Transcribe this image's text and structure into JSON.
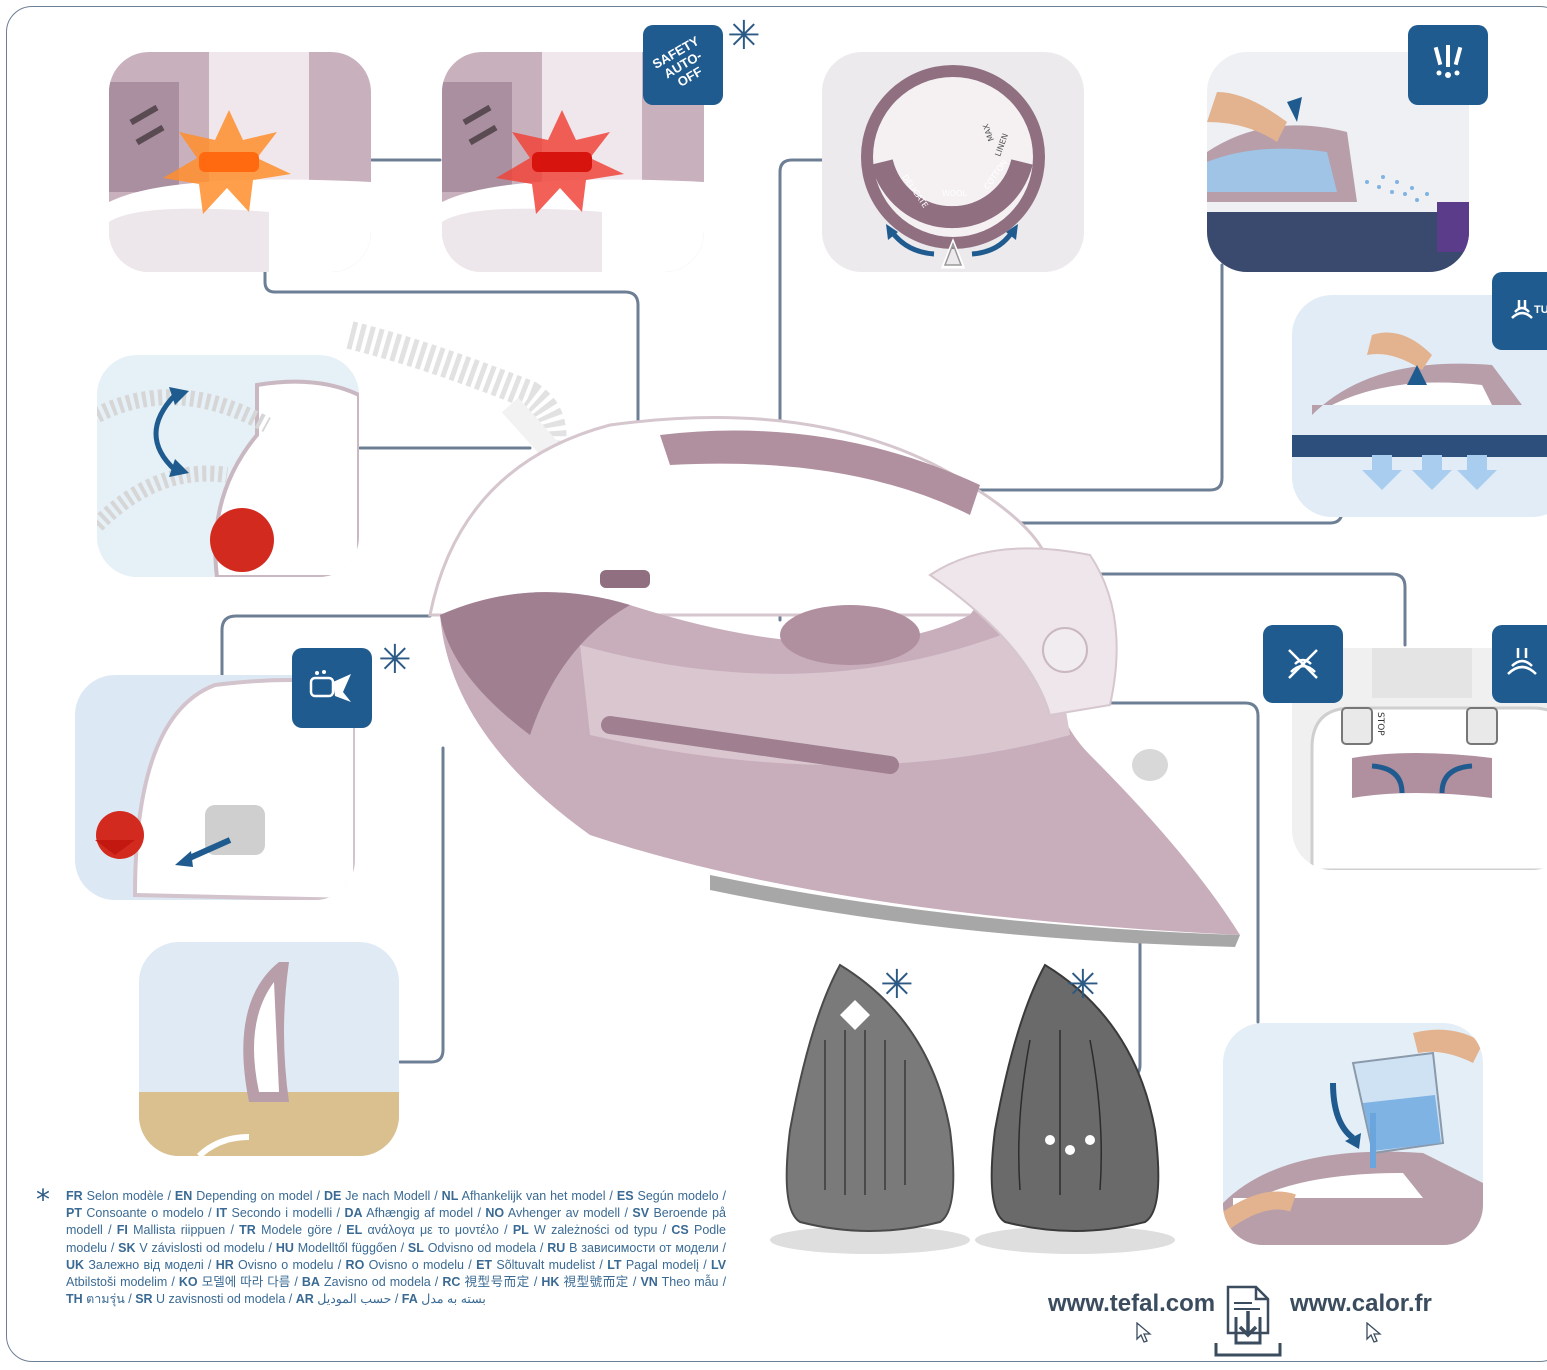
{
  "badges": {
    "safety": "SAFETY AUTO-OFF",
    "turbo": "TUR",
    "dial_labels": [
      "DELICATE",
      "WOOL",
      "COTTON",
      "LINEN",
      "MAX"
    ],
    "stop_letters": "STOP"
  },
  "icons": {
    "safety": "safety-auto-off-icon",
    "spray": "spray-icon",
    "turbo": "turbo-steam-icon",
    "anticalc": "anti-calc-icon",
    "nosteam": "no-steam-icon",
    "steam": "steam-icon",
    "download": "download-icon"
  },
  "footnote": {
    "asterisk": "*",
    "entries": [
      {
        "code": "FR",
        "text": "Selon modèle"
      },
      {
        "code": "EN",
        "text": "Depending on model"
      },
      {
        "code": "DE",
        "text": "Je nach Modell"
      },
      {
        "code": "NL",
        "text": "Afhankelijk van het model"
      },
      {
        "code": "ES",
        "text": "Según modelo"
      },
      {
        "code": "PT",
        "text": "Consoante o modelo"
      },
      {
        "code": "IT",
        "text": "Secondo i modelli"
      },
      {
        "code": "DA",
        "text": "Afhængig af model"
      },
      {
        "code": "NO",
        "text": "Avhenger av modell"
      },
      {
        "code": "SV",
        "text": "Beroende på modell"
      },
      {
        "code": "FI",
        "text": "Mallista riippuen"
      },
      {
        "code": "TR",
        "text": "Modele göre"
      },
      {
        "code": "EL",
        "text": "ανάλογα με το μοντέλο"
      },
      {
        "code": "PL",
        "text": "W zależności od typu"
      },
      {
        "code": "CS",
        "text": "Podle modelu"
      },
      {
        "code": "SK",
        "text": "V závislosti od modelu"
      },
      {
        "code": "HU",
        "text": "Modelltől függően"
      },
      {
        "code": "SL",
        "text": "Odvisno od modela"
      },
      {
        "code": "RU",
        "text": "В зависимости от модели"
      },
      {
        "code": "UK",
        "text": "Залежно від моделі"
      },
      {
        "code": "HR",
        "text": "Ovisno o modelu"
      },
      {
        "code": "RO",
        "text": "Ovisno o modelu"
      },
      {
        "code": "ET",
        "text": "Sõltuvalt mudelist"
      },
      {
        "code": "LT",
        "text": "Pagal modelį"
      },
      {
        "code": "LV",
        "text": "Atbilstoši modelim"
      },
      {
        "code": "KO",
        "text": "모델에 따라 다름"
      },
      {
        "code": "BA",
        "text": "Zavisno od modela"
      },
      {
        "code": "RC",
        "text": "視型号而定"
      },
      {
        "code": "HK",
        "text": "視型號而定"
      },
      {
        "code": "VN",
        "text": "Theo mẫu"
      },
      {
        "code": "TH",
        "text": "ตามรุ่น"
      },
      {
        "code": "SR",
        "text": "U zavisnosti od modela"
      },
      {
        "code": "AR",
        "text": "حسب الموديل"
      },
      {
        "code": "FA",
        "text": "بسته به مدل"
      }
    ]
  },
  "links": {
    "tefal": "www.tefal.com",
    "calor": "www.calor.fr"
  },
  "colors": {
    "accent_blue": "#1f5b8f",
    "line_blue": "#6d7f94",
    "iron_mauve": "#b08f9f",
    "iron_light": "#d9c6cf",
    "glow_orange": "#ff7a1a",
    "glow_red": "#e8261c"
  }
}
